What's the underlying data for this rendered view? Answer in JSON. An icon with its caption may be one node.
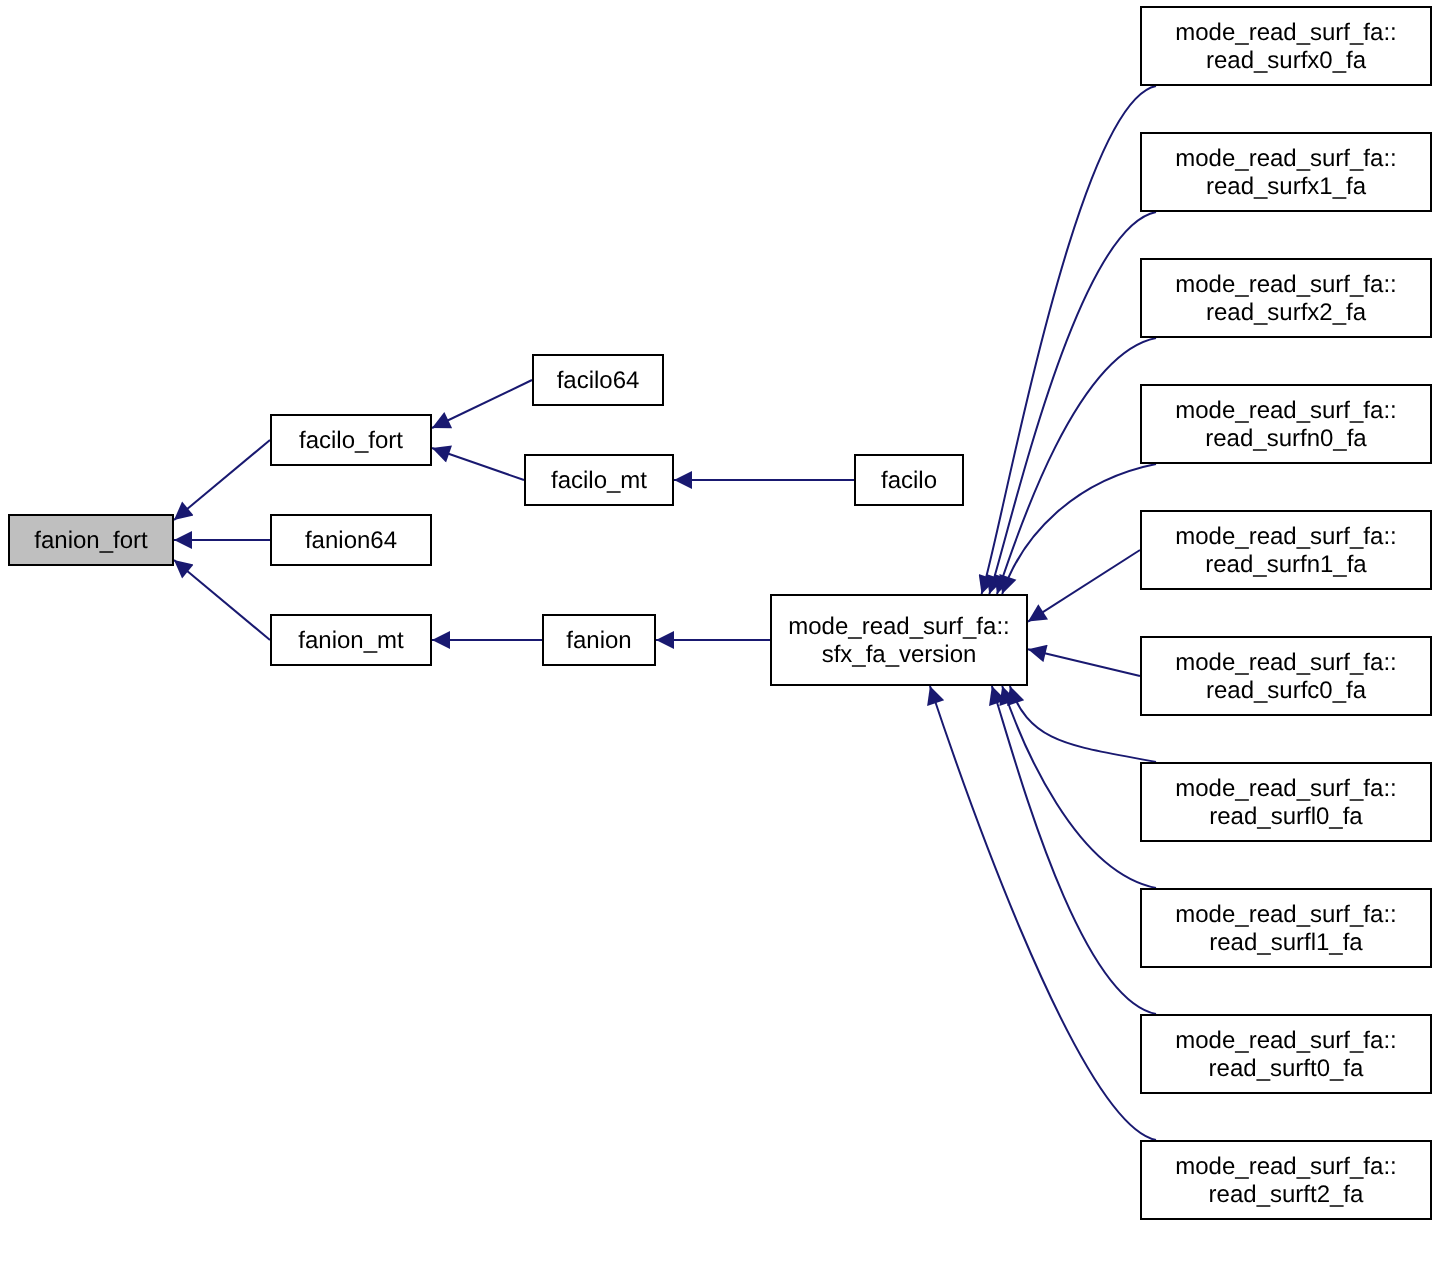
{
  "diagram": {
    "nodes": [
      {
        "text": [
          "fanion_fort"
        ]
      },
      {
        "text": [
          "facilo_fort"
        ]
      },
      {
        "text": [
          "fanion64"
        ]
      },
      {
        "text": [
          "fanion_mt"
        ]
      },
      {
        "text": [
          "facilo64"
        ]
      },
      {
        "text": [
          "facilo_mt"
        ]
      },
      {
        "text": [
          "fanion"
        ]
      },
      {
        "text": [
          "facilo"
        ]
      },
      {
        "text": [
          "mode_read_surf_fa:: sfx_fa_version"
        ]
      },
      {
        "text": [
          "mode_read_surf_fa:: read_surfx0_fa"
        ]
      },
      {
        "text": [
          "mode_read_surf_fa:: read_surfx1_fa"
        ]
      },
      {
        "text": [
          "mode_read_surf_fa:: read_surfx2_fa"
        ]
      },
      {
        "text": [
          "mode_read_surf_fa:: read_surfn0_fa"
        ]
      },
      {
        "text": [
          "mode_read_surf_fa:: read_surfn1_fa"
        ]
      },
      {
        "text": [
          "mode_read_surf_fa:: read_surfc0_fa"
        ]
      },
      {
        "text": [
          "mode_read_surf_fa:: read_surfl0_fa"
        ]
      },
      {
        "text": [
          "mode_read_surf_fa:: read_surfl1_fa"
        ]
      },
      {
        "text": [
          "mode_read_surf_fa:: read_surft0_fa"
        ]
      },
      {
        "text": [
          "mode_read_surf_fa:: read_surft2_fa"
        ]
      }
    ],
    "edges": [
      {
        "from": 1,
        "to": 0,
        "arrow": "to"
      },
      {
        "from": 2,
        "to": 0,
        "arrow": "to"
      },
      {
        "from": 3,
        "to": 0,
        "arrow": "to"
      },
      {
        "from": 4,
        "to": 1,
        "arrow": "to"
      },
      {
        "from": 5,
        "to": 1,
        "arrow": "to"
      },
      {
        "from": 7,
        "to": 5,
        "arrow": "to"
      },
      {
        "from": 6,
        "to": 3,
        "arrow": "to"
      },
      {
        "from": 8,
        "to": 6,
        "arrow": "to"
      },
      {
        "from": 9,
        "to": 8,
        "arrow": "to"
      },
      {
        "from": 10,
        "to": 8,
        "arrow": "to"
      },
      {
        "from": 11,
        "to": 8,
        "arrow": "to"
      },
      {
        "from": 12,
        "to": 8,
        "arrow": "to"
      },
      {
        "from": 13,
        "to": 8,
        "arrow": "to"
      },
      {
        "from": 14,
        "to": 8,
        "arrow": "to"
      },
      {
        "from": 15,
        "to": 8,
        "arrow": "to"
      },
      {
        "from": 16,
        "to": 8,
        "arrow": "to"
      },
      {
        "from": 17,
        "to": 8,
        "arrow": "to"
      },
      {
        "from": 18,
        "to": 8,
        "arrow": "to"
      }
    ]
  }
}
